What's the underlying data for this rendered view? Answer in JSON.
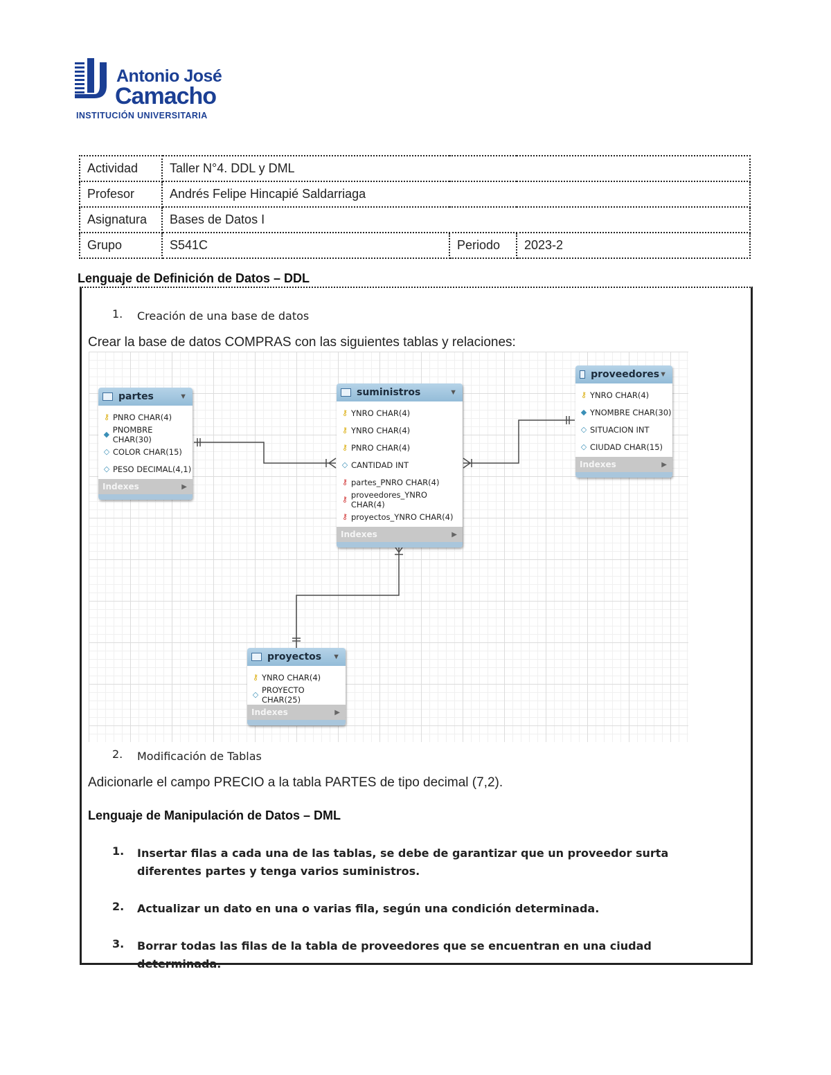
{
  "logo": {
    "name_line1": "Antonio José",
    "name_line2": "Camacho",
    "subtitle": "INSTITUCIÓN UNIVERSITARIA"
  },
  "info_table": {
    "actividad_label": "Actividad",
    "actividad_value": "Taller N°4. DDL y DML",
    "profesor_label": "Profesor",
    "profesor_value": "Andrés Felipe Hincapié Saldarriaga",
    "asignatura_label": "Asignatura",
    "asignatura_value": "Bases de Datos I",
    "grupo_label": "Grupo",
    "grupo_value": "S541C",
    "periodo_label": "Periodo",
    "periodo_value": "2023-2"
  },
  "ddl": {
    "title": "Lenguaje de Definición de Datos – DDL",
    "item1_num": "1.",
    "item1_text": "Creación de una base de datos",
    "item1_desc": "Crear la base de datos COMPRAS con las siguientes tablas y relaciones:",
    "item2_num": "2.",
    "item2_text": "Modificación de Tablas",
    "item2_desc": "Adicionarle el campo PRECIO a la tabla PARTES de tipo decimal (7,2)."
  },
  "er_diagram": {
    "indexes_label": "Indexes",
    "tables": {
      "partes": {
        "name": "partes",
        "columns": [
          {
            "icon": "key-icon",
            "text": "PNRO CHAR(4)"
          },
          {
            "icon": "diamond-filled-icon",
            "text": "PNOMBRE CHAR(30)"
          },
          {
            "icon": "diamond-outline-icon",
            "text": "COLOR CHAR(15)"
          },
          {
            "icon": "diamond-outline-icon",
            "text": "PESO DECIMAL(4,1)"
          }
        ]
      },
      "suministros": {
        "name": "suministros",
        "columns": [
          {
            "icon": "key-icon",
            "text": "YNRO CHAR(4)"
          },
          {
            "icon": "key-icon",
            "text": "YNRO CHAR(4)"
          },
          {
            "icon": "key-icon",
            "text": "PNRO CHAR(4)"
          },
          {
            "icon": "diamond-outline-icon",
            "text": "CANTIDAD INT"
          },
          {
            "icon": "fk-key-icon",
            "text": "partes_PNRO CHAR(4)"
          },
          {
            "icon": "fk-key-icon",
            "text": "proveedores_YNRO CHAR(4)"
          },
          {
            "icon": "fk-key-icon",
            "text": "proyectos_YNRO CHAR(4)"
          }
        ]
      },
      "proveedores": {
        "name": "proveedores",
        "columns": [
          {
            "icon": "key-icon",
            "text": "YNRO CHAR(4)"
          },
          {
            "icon": "diamond-filled-icon",
            "text": "YNOMBRE CHAR(30)"
          },
          {
            "icon": "diamond-outline-icon",
            "text": "SITUACION INT"
          },
          {
            "icon": "diamond-outline-icon",
            "text": "CIUDAD CHAR(15)"
          }
        ]
      },
      "proyectos": {
        "name": "proyectos",
        "columns": [
          {
            "icon": "key-icon",
            "text": "YNRO CHAR(4)"
          },
          {
            "icon": "diamond-outline-icon",
            "text": "PROYECTO CHAR(25)"
          }
        ]
      }
    }
  },
  "dml": {
    "title": "Lenguaje de Manipulación de Datos – DML",
    "item1_num": "1.",
    "item1_text": " Insertar filas a cada una de las tablas, se debe de garantizar que un proveedor surta diferentes partes y tenga varios suministros.",
    "item2_num": "2.",
    "item2_text": "Actualizar un dato en una o varias fila, según una condición determinada.",
    "item3_num": "3.",
    "item3_text": "Borrar todas las filas de la tabla de proveedores que se encuentran en una ciudad determinada."
  },
  "colors": {
    "brand_blue": "#1b3f94",
    "table_header": "#93bcd8"
  }
}
